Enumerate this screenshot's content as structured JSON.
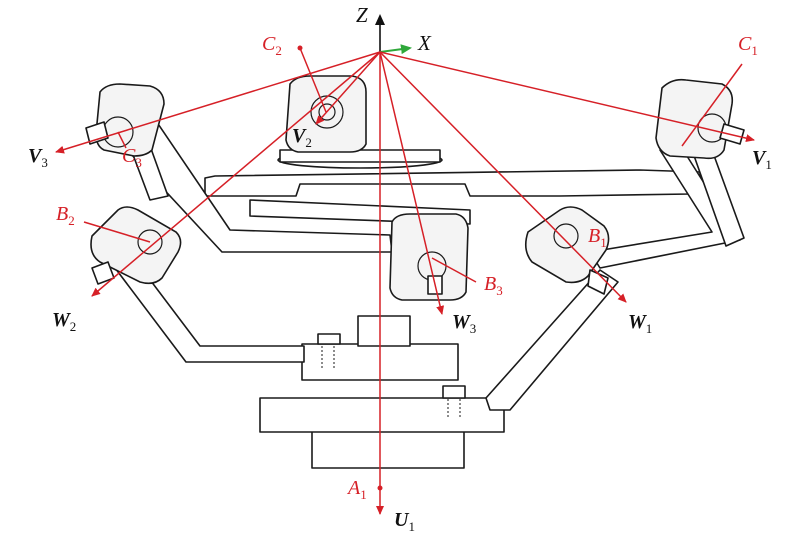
{
  "axes": {
    "z": "Z",
    "x": "X"
  },
  "points": [
    {
      "id": "C1",
      "letter": "C",
      "sub": "1"
    },
    {
      "id": "C2",
      "letter": "C",
      "sub": "2"
    },
    {
      "id": "C3",
      "letter": "C",
      "sub": "3"
    },
    {
      "id": "B1",
      "letter": "B",
      "sub": "1"
    },
    {
      "id": "B2",
      "letter": "B",
      "sub": "2"
    },
    {
      "id": "B3",
      "letter": "B",
      "sub": "3"
    },
    {
      "id": "A1",
      "letter": "A",
      "sub": "1"
    }
  ],
  "vectors": [
    {
      "id": "V1",
      "letter": "V",
      "sub": "1"
    },
    {
      "id": "V2",
      "letter": "V",
      "sub": "2"
    },
    {
      "id": "V3",
      "letter": "V",
      "sub": "3"
    },
    {
      "id": "W1",
      "letter": "W",
      "sub": "1"
    },
    {
      "id": "W2",
      "letter": "W",
      "sub": "2"
    },
    {
      "id": "W3",
      "letter": "W",
      "sub": "3"
    },
    {
      "id": "U1",
      "letter": "U",
      "sub": "1"
    }
  ],
  "colors": {
    "annotation": "#d62027",
    "x_axis": "#2fa83a",
    "line_art": "#1a1a1a"
  }
}
